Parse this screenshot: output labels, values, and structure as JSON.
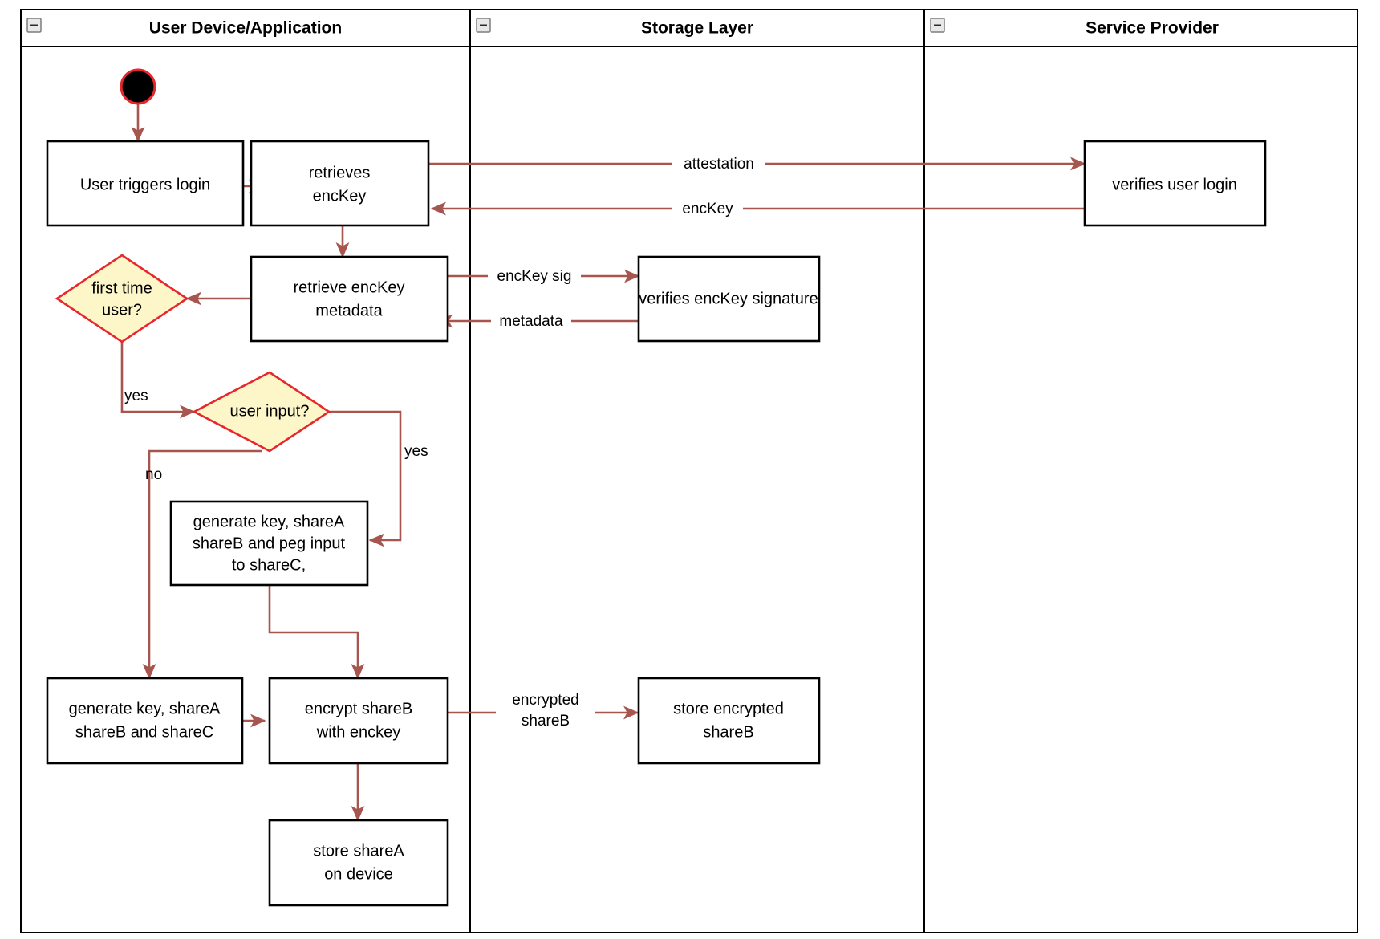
{
  "diagram": {
    "type": "uml-activity-swimlane",
    "title": "Login / key-share provisioning activity diagram",
    "colors": {
      "decision_fill": "#fcf6c8",
      "decision_stroke": "#e8272c",
      "edge": "#a7564f",
      "node_stroke": "#000000",
      "node_fill": "#ffffff",
      "start_fill": "#000000",
      "start_stroke": "#e8272c",
      "lane_border": "#000000"
    },
    "lanes": [
      {
        "id": "lane-user-device",
        "label": "User Device/Application",
        "collapse_icon": "minus-icon"
      },
      {
        "id": "lane-storage",
        "label": "Storage Layer",
        "collapse_icon": "minus-icon"
      },
      {
        "id": "lane-service-provider",
        "label": "Service Provider",
        "collapse_icon": "minus-icon"
      }
    ],
    "nodes": [
      {
        "id": "start",
        "kind": "start",
        "lane": "lane-user-device",
        "label": ""
      },
      {
        "id": "user-triggers-login",
        "kind": "action",
        "lane": "lane-user-device",
        "lines": [
          "User triggers login"
        ]
      },
      {
        "id": "retrieves-enckey",
        "kind": "action",
        "lane": "lane-user-device",
        "lines": [
          "retrieves",
          "encKey"
        ]
      },
      {
        "id": "verifies-user-login",
        "kind": "action",
        "lane": "lane-service-provider",
        "lines": [
          "verifies user login"
        ]
      },
      {
        "id": "retrieve-enckey-metadata",
        "kind": "action",
        "lane": "lane-user-device",
        "lines": [
          "retrieve encKey",
          "metadata"
        ]
      },
      {
        "id": "verifies-enckey-signature",
        "kind": "action",
        "lane": "lane-storage",
        "lines": [
          "verifies encKey signature"
        ]
      },
      {
        "id": "first-time-user",
        "kind": "decision",
        "lane": "lane-user-device",
        "lines": [
          "first time",
          "user?"
        ]
      },
      {
        "id": "user-input",
        "kind": "decision",
        "lane": "lane-user-device",
        "lines": [
          "user input?"
        ]
      },
      {
        "id": "generate-key-peg",
        "kind": "action",
        "lane": "lane-user-device",
        "lines": [
          "generate key, shareA",
          "shareB and peg input",
          "to shareC,"
        ]
      },
      {
        "id": "generate-key-shares",
        "kind": "action",
        "lane": "lane-user-device",
        "lines": [
          "generate key, shareA",
          "shareB and shareC"
        ]
      },
      {
        "id": "encrypt-shareb",
        "kind": "action",
        "lane": "lane-user-device",
        "lines": [
          "encrypt shareB",
          "with enckey"
        ]
      },
      {
        "id": "store-encrypted-shareb",
        "kind": "action",
        "lane": "lane-storage",
        "lines": [
          "store encrypted",
          "shareB"
        ]
      },
      {
        "id": "store-sharea-on-device",
        "kind": "action",
        "lane": "lane-user-device",
        "lines": [
          "store shareA",
          "on device"
        ]
      }
    ],
    "edges": [
      {
        "id": "e-start-login",
        "from": "start",
        "to": "user-triggers-login",
        "label": ""
      },
      {
        "id": "e-login-retrieves",
        "from": "user-triggers-login",
        "to": "retrieves-enckey",
        "label": ""
      },
      {
        "id": "e-attestation",
        "from": "retrieves-enckey",
        "to": "verifies-user-login",
        "label": "attestation"
      },
      {
        "id": "e-enckey-back",
        "from": "verifies-user-login",
        "to": "retrieves-enckey",
        "label": "encKey"
      },
      {
        "id": "e-retrieves-metadata",
        "from": "retrieves-enckey",
        "to": "retrieve-enckey-metadata",
        "label": ""
      },
      {
        "id": "e-enckey-sig",
        "from": "retrieve-enckey-metadata",
        "to": "verifies-enckey-signature",
        "label": "encKey sig"
      },
      {
        "id": "e-metadata-back",
        "from": "verifies-enckey-signature",
        "to": "retrieve-enckey-metadata",
        "label": "metadata"
      },
      {
        "id": "e-metadata-firsttime",
        "from": "retrieve-enckey-metadata",
        "to": "first-time-user",
        "label": ""
      },
      {
        "id": "e-firsttime-yes",
        "from": "first-time-user",
        "to": "user-input",
        "label": "yes"
      },
      {
        "id": "e-userinput-yes",
        "from": "user-input",
        "to": "generate-key-peg",
        "label": "yes"
      },
      {
        "id": "e-userinput-no",
        "from": "user-input",
        "to": "generate-key-shares",
        "label": "no"
      },
      {
        "id": "e-peg-encrypt",
        "from": "generate-key-peg",
        "to": "encrypt-shareb",
        "label": ""
      },
      {
        "id": "e-shares-encrypt",
        "from": "generate-key-shares",
        "to": "encrypt-shareb",
        "label": ""
      },
      {
        "id": "e-encrypted-shareb",
        "from": "encrypt-shareb",
        "to": "store-encrypted-shareb",
        "label": "encrypted shareB",
        "label_lines": [
          "encrypted",
          "shareB"
        ]
      },
      {
        "id": "e-encrypt-store-sharea",
        "from": "encrypt-shareb",
        "to": "store-sharea-on-device",
        "label": ""
      }
    ]
  }
}
